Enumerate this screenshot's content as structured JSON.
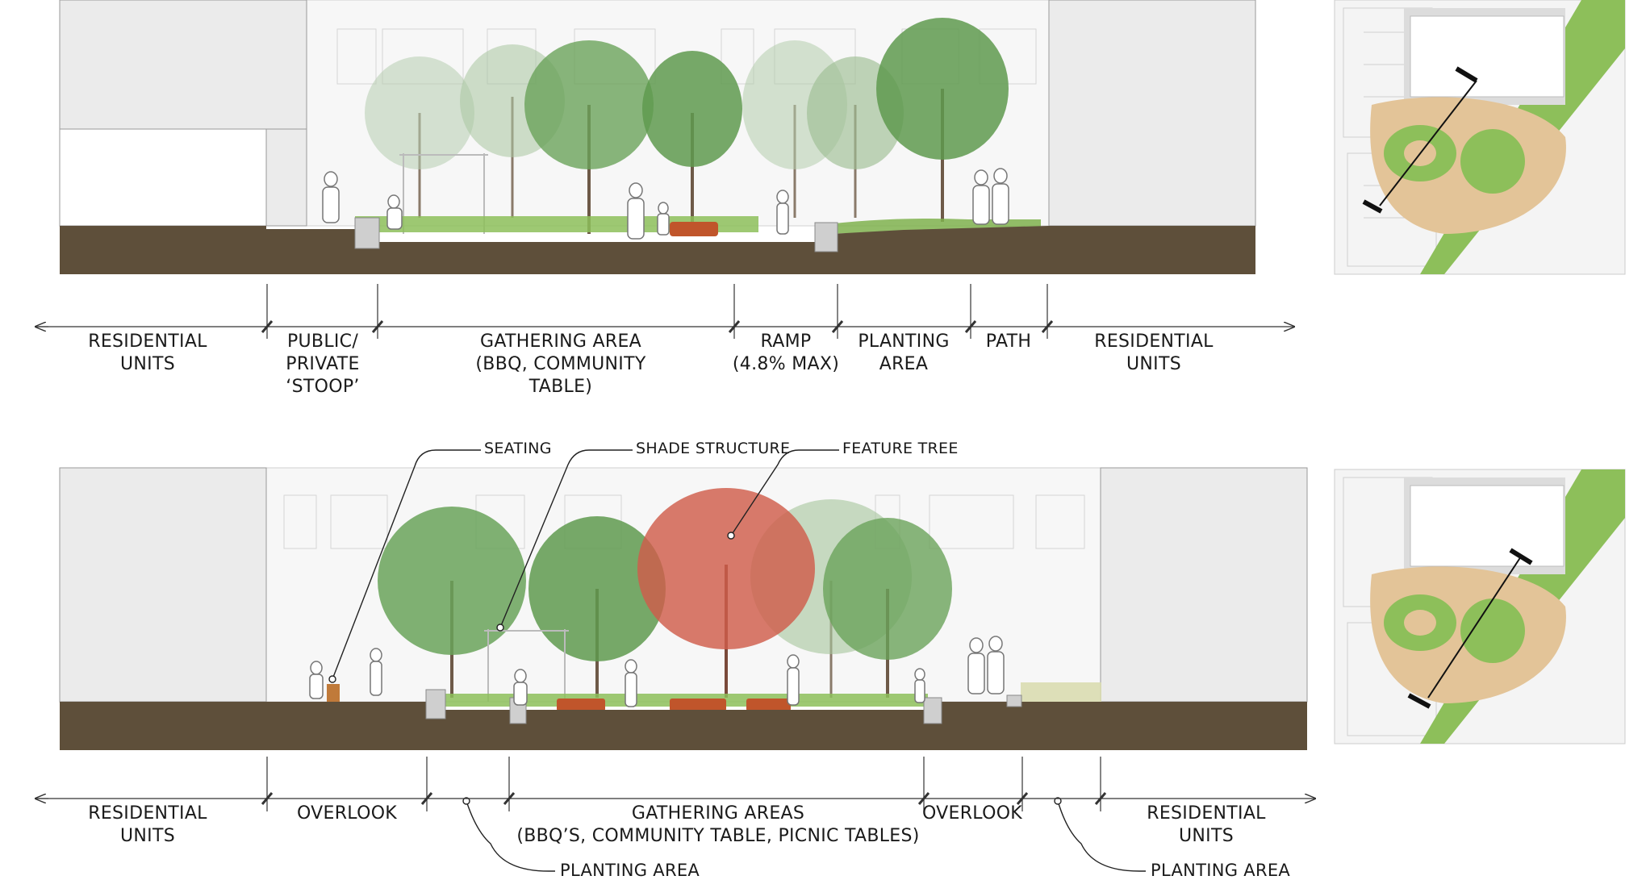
{
  "section_a": {
    "zones": [
      {
        "line1": "RESIDENTIAL",
        "line2": "UNITS",
        "line3": ""
      },
      {
        "line1": "PUBLIC/",
        "line2": "PRIVATE",
        "line3": "‘STOOP’"
      },
      {
        "line1": "GATHERING AREA",
        "line2": "(BBQ, COMMUNITY",
        "line3": "TABLE)"
      },
      {
        "line1": "RAMP",
        "line2": "(4.8% MAX)",
        "line3": ""
      },
      {
        "line1": "PLANTING",
        "line2": "AREA",
        "line3": ""
      },
      {
        "line1": "PATH",
        "line2": "",
        "line3": ""
      },
      {
        "line1": "RESIDENTIAL",
        "line2": "UNITS",
        "line3": ""
      }
    ]
  },
  "section_b": {
    "callouts": {
      "seating": "SEATING",
      "shade_structure": "SHADE STRUCTURE",
      "feature_tree": "FEATURE TREE",
      "planting_area_left": "PLANTING AREA",
      "planting_area_right": "PLANTING AREA"
    },
    "zones": [
      {
        "line1": "RESIDENTIAL",
        "line2": "UNITS"
      },
      {
        "line1": "OVERLOOK",
        "line2": ""
      },
      {
        "line1": "GATHERING AREAS",
        "line2": "(BBQ’S, COMMUNITY TABLE, PICNIC TABLES)"
      },
      {
        "line1": "OVERLOOK",
        "line2": ""
      },
      {
        "line1": "RESIDENTIAL",
        "line2": "UNITS"
      }
    ]
  },
  "colors": {
    "ground": "#5e4f3a",
    "building": "#ececec",
    "tree_green": "#5f9a4f",
    "feature_tree": "#cf5d4a",
    "planter": "#c0552b",
    "deck": "#e3c498",
    "grass": "#8dbf5a"
  }
}
